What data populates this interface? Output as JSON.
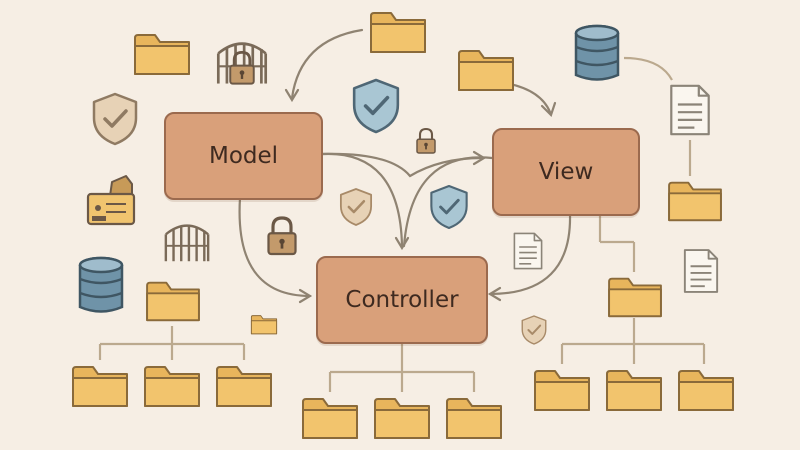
{
  "nodes": {
    "model": "Model",
    "view": "View",
    "controller": "Controller"
  },
  "icons": [
    "folder-icon",
    "gated-lock-icon",
    "shield-check-icon",
    "database-icon",
    "document-icon",
    "padlock-icon",
    "cash-register-icon",
    "gate-icon"
  ],
  "colors": {
    "background": "#f6eee4",
    "node_fill": "#d9a07a",
    "node_border": "#9b6a4e",
    "folder_fill": "#f2c46d",
    "folder_stroke": "#8a6a3a",
    "arrow": "#8f8372",
    "connector": "#bba98e",
    "shield_blue": "#a9c6d3",
    "shield_tan": "#e7d2b6",
    "database_blue": "#6f93a8"
  }
}
